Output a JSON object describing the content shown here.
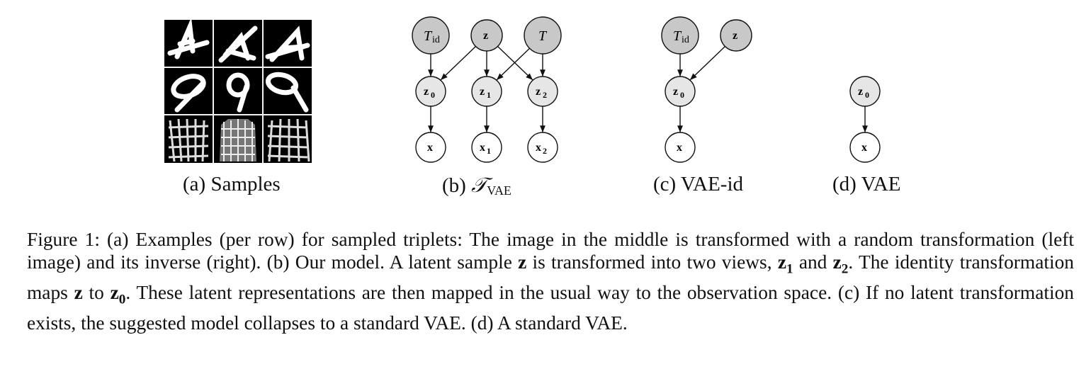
{
  "panels": {
    "a": {
      "label": "(a)",
      "title": "Samples"
    },
    "b": {
      "label": "(b)",
      "title_main": "𝒯",
      "title_sub": "VAE"
    },
    "c": {
      "label": "(c)",
      "title": "VAE-id"
    },
    "d": {
      "label": "(d)",
      "title": "VAE"
    }
  },
  "nodes": {
    "T_id": "T",
    "T_id_sub": "id",
    "z": "z",
    "T": "T",
    "z0": "z",
    "z0_sub": "0",
    "z1": "z",
    "z1_sub": "1",
    "z2": "z",
    "z2_sub": "2",
    "x": "x",
    "x1": "x",
    "x1_sub": "1",
    "x2": "x",
    "x2_sub": "2"
  },
  "caption": {
    "s1": "Figure 1: (a) Examples (per row) for sampled triplets: The image in the middle is transformed with a random transformation (left image) and its inverse (right). (b) Our model. A latent sample ",
    "z_a": "z",
    "s2": " is transformed into two views, ",
    "z1": "z",
    "z1_sub": "1",
    "s3": " and ",
    "z2": "z",
    "z2_sub": "2",
    "s4": ". The identity transformation maps ",
    "z_b": "z",
    "s5": " to ",
    "z0": "z",
    "z0_sub": "0",
    "s6": ". These latent representations are then mapped in the usual way to the observation space. (c) If no latent transformation exists, the suggested model collapses to a standard VAE. (d) A standard VAE."
  }
}
